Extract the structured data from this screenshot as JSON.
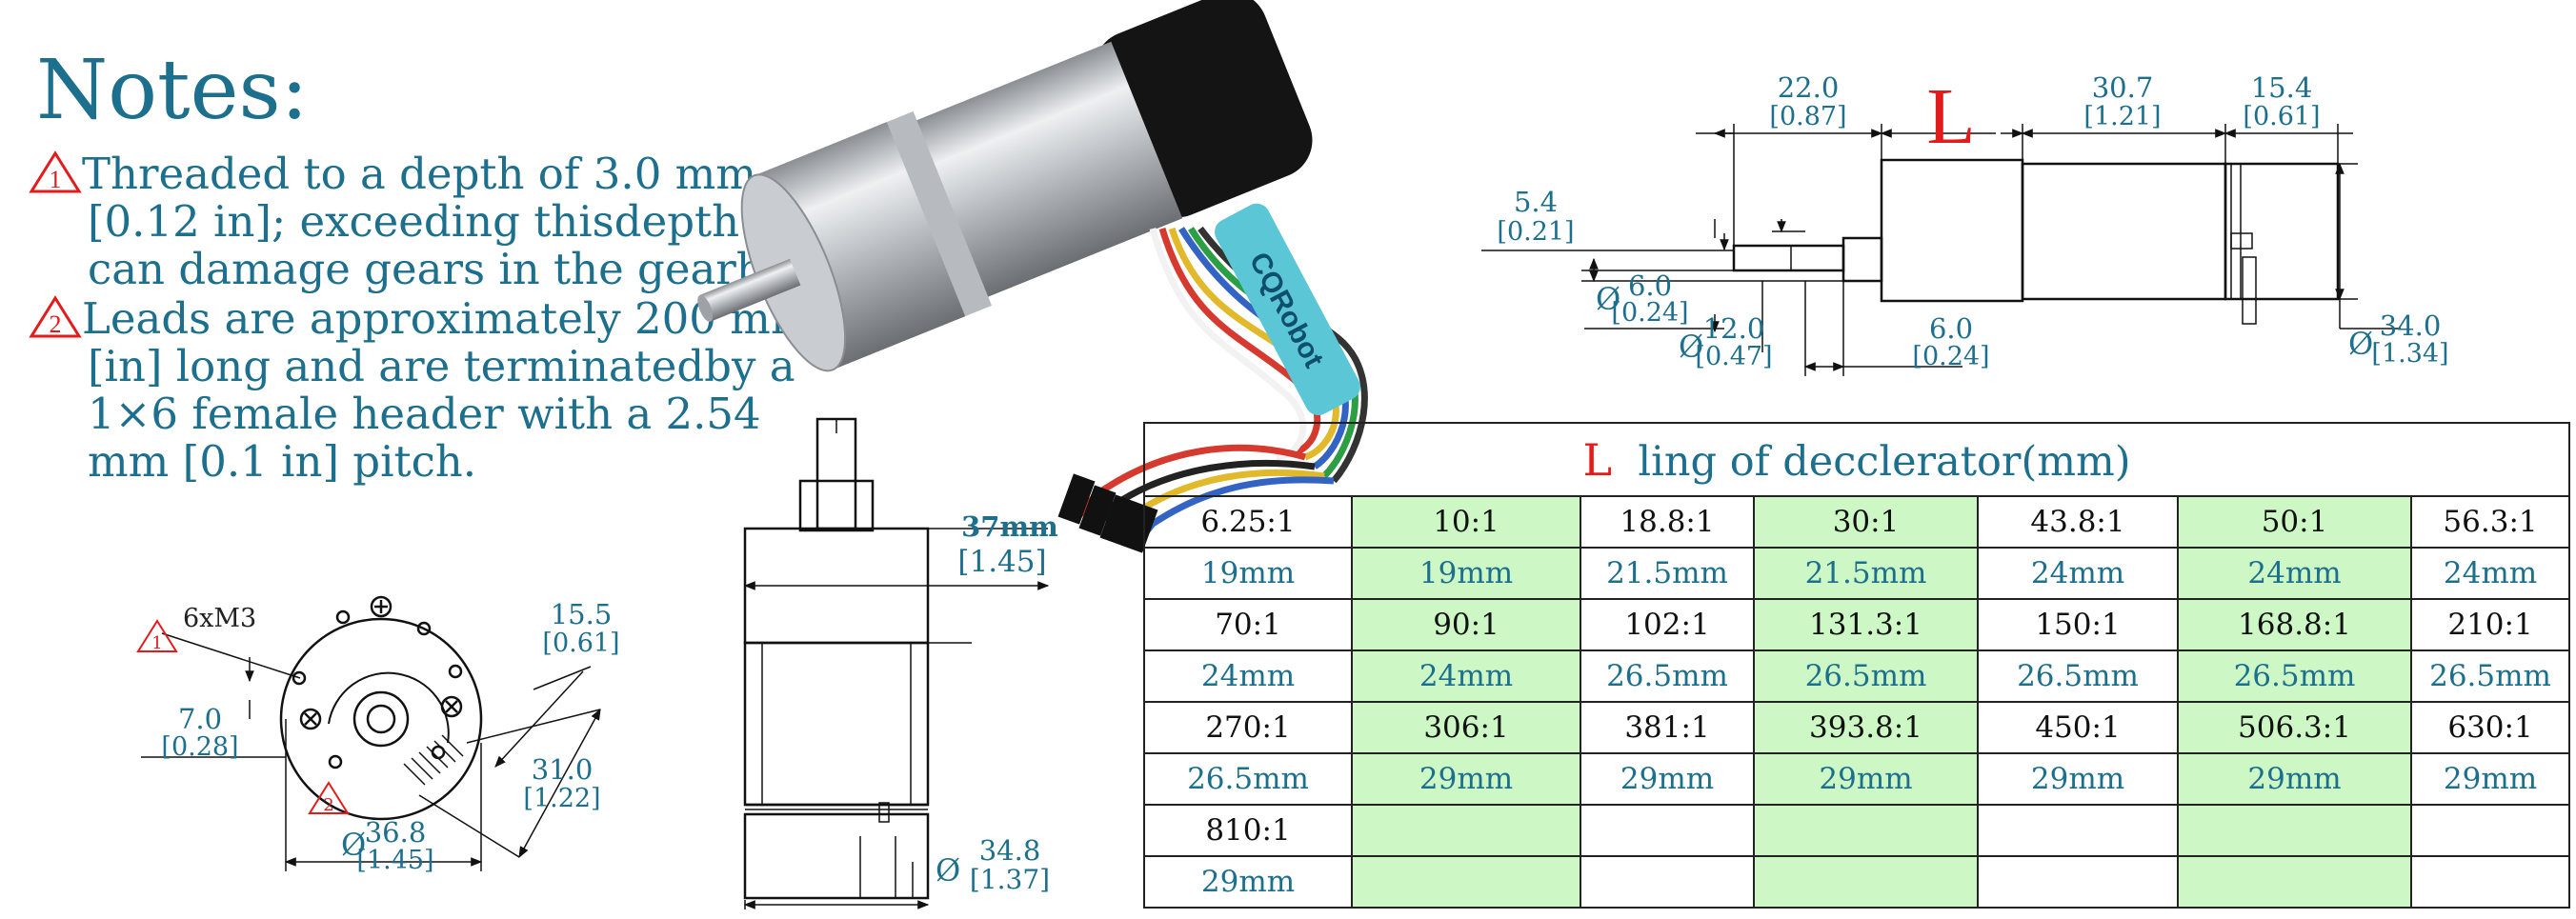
{
  "notes": {
    "title": "Notes:",
    "items": [
      {
        "marker": "1",
        "lines": [
          "Threaded to a depth of 3.0 mm",
          "[0.12 in]; exceeding thisdepth",
          "can damage gears in the gearbox."
        ]
      },
      {
        "marker": "2",
        "lines": [
          "Leads are approximately 200 mm",
          "[in] long and are terminatedby a",
          "1×6 female header with a 2.54",
          "mm [0.1 in] pitch."
        ]
      }
    ]
  },
  "product_label": "CQRobot",
  "front_view": {
    "marker1": "1",
    "thread": "6xM3",
    "offset_mm": "7.0",
    "offset_in": "[0.28]",
    "hole_spacing_mm": "15.5",
    "hole_spacing_in": "[0.61]",
    "hole_spacing2_mm": "31.0",
    "hole_spacing2_in": "[1.22]",
    "marker2": "2",
    "diameter_symbol": "Ø",
    "diameter_mm": "36.8",
    "diameter_in": "[1.45]"
  },
  "side_view": {
    "width_mm": "37mm",
    "width_in": "[1.45]",
    "diameter_symbol": "Ø",
    "diameter_mm": "34.8",
    "diameter_in": "[1.37]"
  },
  "top_view": {
    "d1_mm": "22.0",
    "d1_in": "[0.87]",
    "L": "L",
    "d2_mm": "30.7",
    "d2_in": "[1.21]",
    "d3_mm": "15.4",
    "d3_in": "[0.61]",
    "d4_mm": "5.4",
    "d4_in": "[0.21]",
    "shaft_symbol": "Ø",
    "shaft_mm": "6.0",
    "shaft_in": "[0.24]",
    "boss_symbol": "Ø",
    "boss_mm": "12.0",
    "boss_in": "[0.47]",
    "shaft_len_mm": "6.0",
    "shaft_len_in": "[0.24]",
    "body_symbol": "Ø",
    "body_mm": "34.0",
    "body_in": "[1.34]"
  },
  "table": {
    "title_L": "L",
    "title": "ling of decclerator(mm)",
    "rows": [
      {
        "ratios": [
          "6.25:1",
          "10:1",
          "18.8:1",
          "30:1",
          "43.8:1",
          "50:1",
          "56.3:1"
        ],
        "lengths": [
          "19mm",
          "19mm",
          "21.5mm",
          "21.5mm",
          "24mm",
          "24mm",
          "24mm"
        ]
      },
      {
        "ratios": [
          "70:1",
          "90:1",
          "102:1",
          "131.3:1",
          "150:1",
          "168.8:1",
          "210:1"
        ],
        "lengths": [
          "24mm",
          "24mm",
          "26.5mm",
          "26.5mm",
          "26.5mm",
          "26.5mm",
          "26.5mm"
        ]
      },
      {
        "ratios": [
          "270:1",
          "306:1",
          "381:1",
          "393.8:1",
          "450:1",
          "506.3:1",
          "630:1"
        ],
        "lengths": [
          "26.5mm",
          "29mm",
          "29mm",
          "29mm",
          "29mm",
          "29mm",
          "29mm"
        ]
      },
      {
        "ratios": [
          "810:1",
          "",
          "",
          "",
          "",
          "",
          ""
        ],
        "lengths": [
          "29mm",
          "",
          "",
          "",
          "",
          "",
          ""
        ]
      }
    ]
  },
  "colors": {
    "accent": "#1d6f8e",
    "warning": "#e31b1b",
    "highlight": "#cdf7c5"
  }
}
